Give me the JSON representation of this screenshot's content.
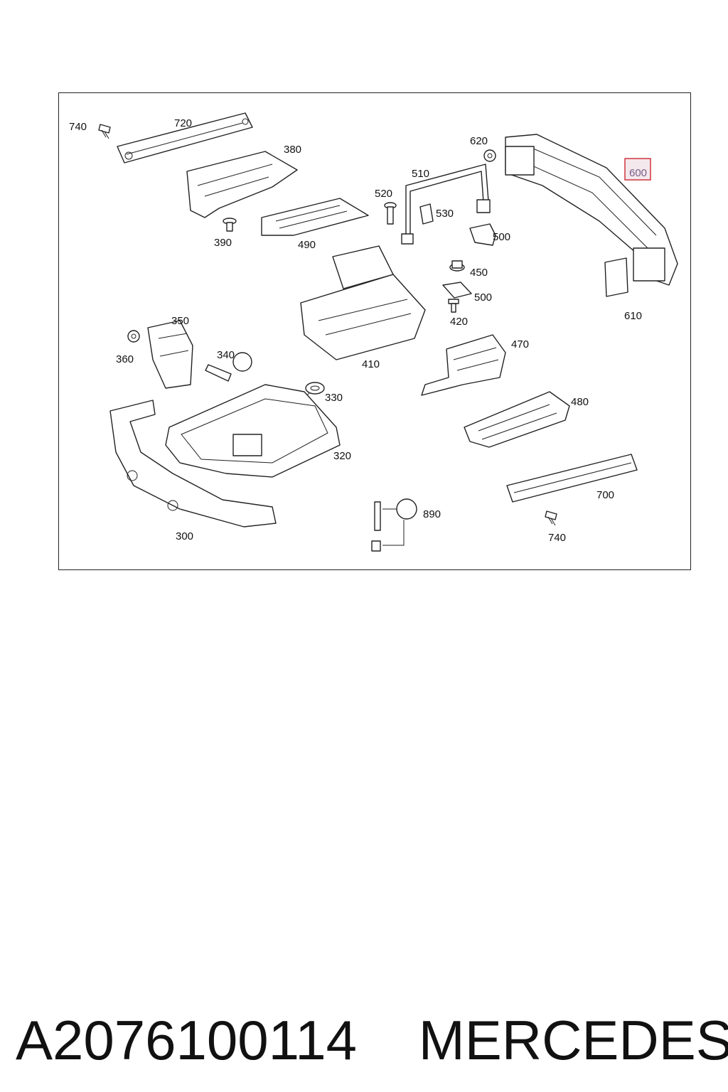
{
  "diagram": {
    "highlight_color": "#d0353f",
    "labels": [
      {
        "id": "740a",
        "text": "740"
      },
      {
        "id": "720",
        "text": "720"
      },
      {
        "id": "380",
        "text": "380"
      },
      {
        "id": "390",
        "text": "390"
      },
      {
        "id": "490",
        "text": "490"
      },
      {
        "id": "620",
        "text": "620"
      },
      {
        "id": "510",
        "text": "510"
      },
      {
        "id": "520",
        "text": "520"
      },
      {
        "id": "530",
        "text": "530"
      },
      {
        "id": "500a",
        "text": "500"
      },
      {
        "id": "600",
        "text": "600",
        "highlighted": true
      },
      {
        "id": "450",
        "text": "450"
      },
      {
        "id": "500b",
        "text": "500"
      },
      {
        "id": "420",
        "text": "420"
      },
      {
        "id": "610",
        "text": "610"
      },
      {
        "id": "350",
        "text": "350"
      },
      {
        "id": "360",
        "text": "360"
      },
      {
        "id": "340",
        "text": "340"
      },
      {
        "id": "410",
        "text": "410"
      },
      {
        "id": "470",
        "text": "470"
      },
      {
        "id": "330",
        "text": "330"
      },
      {
        "id": "480",
        "text": "480"
      },
      {
        "id": "320",
        "text": "320"
      },
      {
        "id": "700",
        "text": "700"
      },
      {
        "id": "890",
        "text": "890"
      },
      {
        "id": "300",
        "text": "300"
      },
      {
        "id": "740b",
        "text": "740"
      }
    ]
  },
  "footer": {
    "part_number": "A2076100114",
    "brand": "MERCEDES"
  }
}
